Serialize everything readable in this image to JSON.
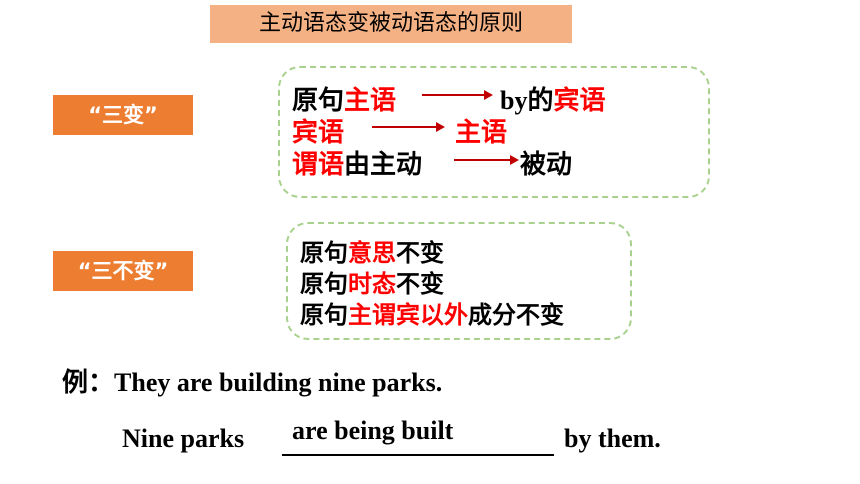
{
  "title": "主动语态变被动语态的原则",
  "san_bian": {
    "label": "“三变”",
    "row1": {
      "prefix": "原句",
      "subject": "主语",
      "by": "by",
      "de": "的",
      "object": "宾语"
    },
    "row2": {
      "from": "宾语",
      "to": "主语"
    },
    "row3": {
      "predicate": "谓语",
      "middle": "由主动",
      "to": "被动"
    }
  },
  "san_bu_bian": {
    "label": "“三不变”",
    "items": [
      {
        "prefix": "原句",
        "key": "意思",
        "suffix": "不变"
      },
      {
        "prefix": "原句",
        "key": "时态",
        "suffix": "不变"
      },
      {
        "prefix": "原句",
        "key": "主谓宾以外",
        "suffix": "成分不变"
      }
    ]
  },
  "example": {
    "label": "例：",
    "sentence": "They are building nine parks.",
    "answer_prefix": "Nine parks",
    "answer": "are being built",
    "answer_suffix": "by them."
  },
  "colors": {
    "title_bg": "#f4b183",
    "tag_bg": "#ed7d31",
    "border": "#a9d18e",
    "highlight": "#ff0000"
  }
}
